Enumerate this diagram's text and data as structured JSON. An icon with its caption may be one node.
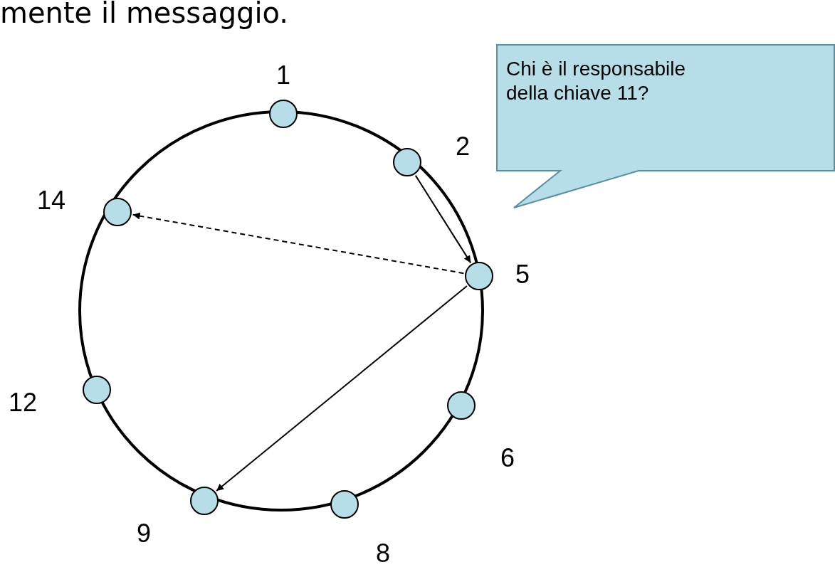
{
  "diagram": {
    "nodes": [
      {
        "text": [],
        "shape": "circle",
        "beside": [
          "1"
        ]
      },
      {
        "text": [
          "Chi è il responsabile della chiave 11?"
        ]
      },
      {
        "text": [],
        "shape": "circle",
        "beside": [
          "2"
        ]
      },
      {
        "text": [],
        "shape": "circle",
        "beside": [
          "14"
        ]
      },
      {
        "text": [],
        "shape": "circle",
        "beside": [
          "5"
        ]
      },
      {
        "text": [],
        "shape": "circle",
        "beside": [
          "12"
        ]
      },
      {
        "text": [],
        "shape": "circle",
        "beside": [
          "6"
        ]
      },
      {
        "text": [],
        "shape": "circle",
        "beside": [
          "9"
        ]
      },
      {
        "text": [],
        "shape": "circle",
        "beside": [
          "8"
        ]
      }
    ],
    "edges": [
      {
        "from": 2,
        "to": 4,
        "arrow": "to"
      },
      {
        "from": 4,
        "to": 3,
        "arrow": "to",
        "style": "dashed"
      },
      {
        "from": 4,
        "to": 7,
        "arrow": "to"
      }
    ],
    "labels": [
      "mente il messaggio."
    ]
  }
}
